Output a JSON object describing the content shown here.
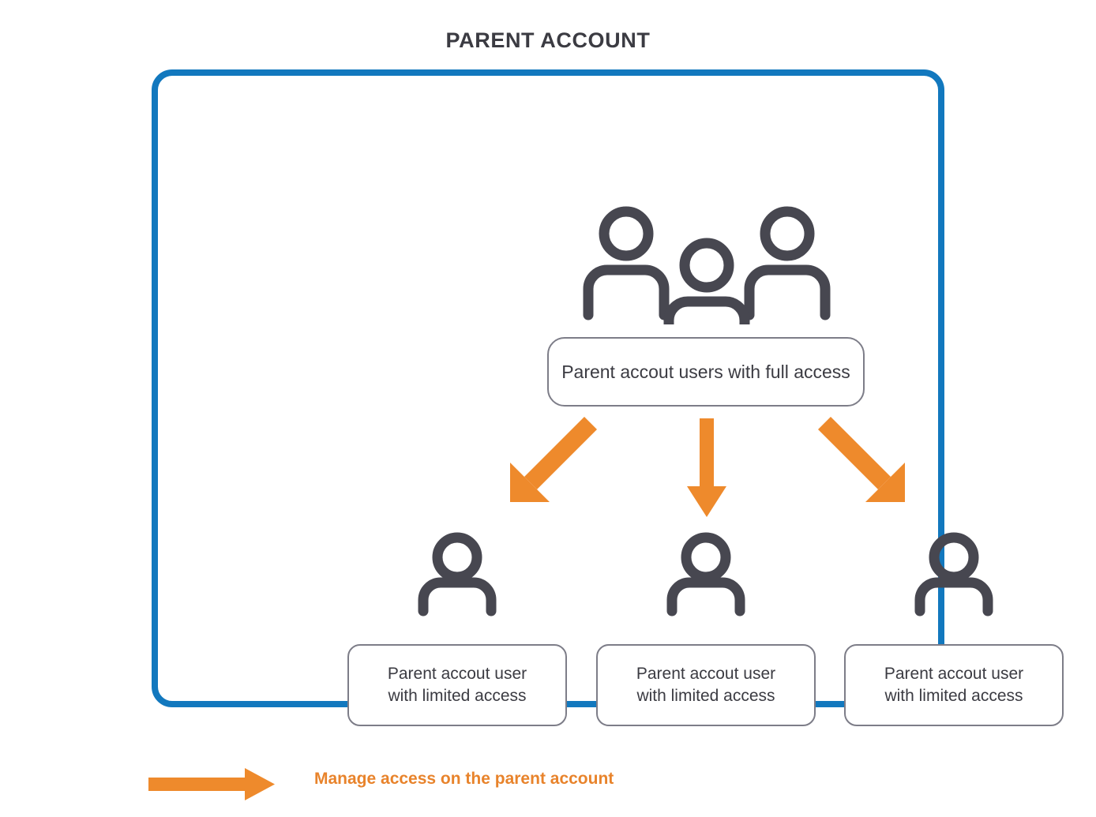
{
  "diagram": {
    "title": "PARENT ACCOUNT",
    "type": "hierarchy-diagram",
    "colors": {
      "frame_border": "#1278be",
      "arrow_orange": "#ee8a2c",
      "legend_text": "#e8832b",
      "icon_gray": "#474750",
      "box_border": "#7d7d88",
      "title_text": "#3b3b42",
      "background": "#ffffff"
    },
    "parent_node": {
      "icon": "three-people-icon",
      "label": "Parent accout users with full access"
    },
    "arrows": [
      {
        "name": "arrow-to-child-1",
        "direction": "down-left",
        "color": "#ee8a2c"
      },
      {
        "name": "arrow-to-child-2",
        "direction": "down",
        "color": "#ee8a2c"
      },
      {
        "name": "arrow-to-child-3",
        "direction": "down-right",
        "color": "#ee8a2c"
      }
    ],
    "child_nodes": [
      {
        "icon": "person-icon",
        "label": "Parent accout user\nwith limited access"
      },
      {
        "icon": "person-icon",
        "label": "Parent accout user\nwith limited access"
      },
      {
        "icon": "person-icon",
        "label": "Parent accout user\nwith limited access"
      }
    ],
    "legend": {
      "arrow_icon": "right-arrow-icon",
      "text": "Manage access on the parent account"
    }
  }
}
